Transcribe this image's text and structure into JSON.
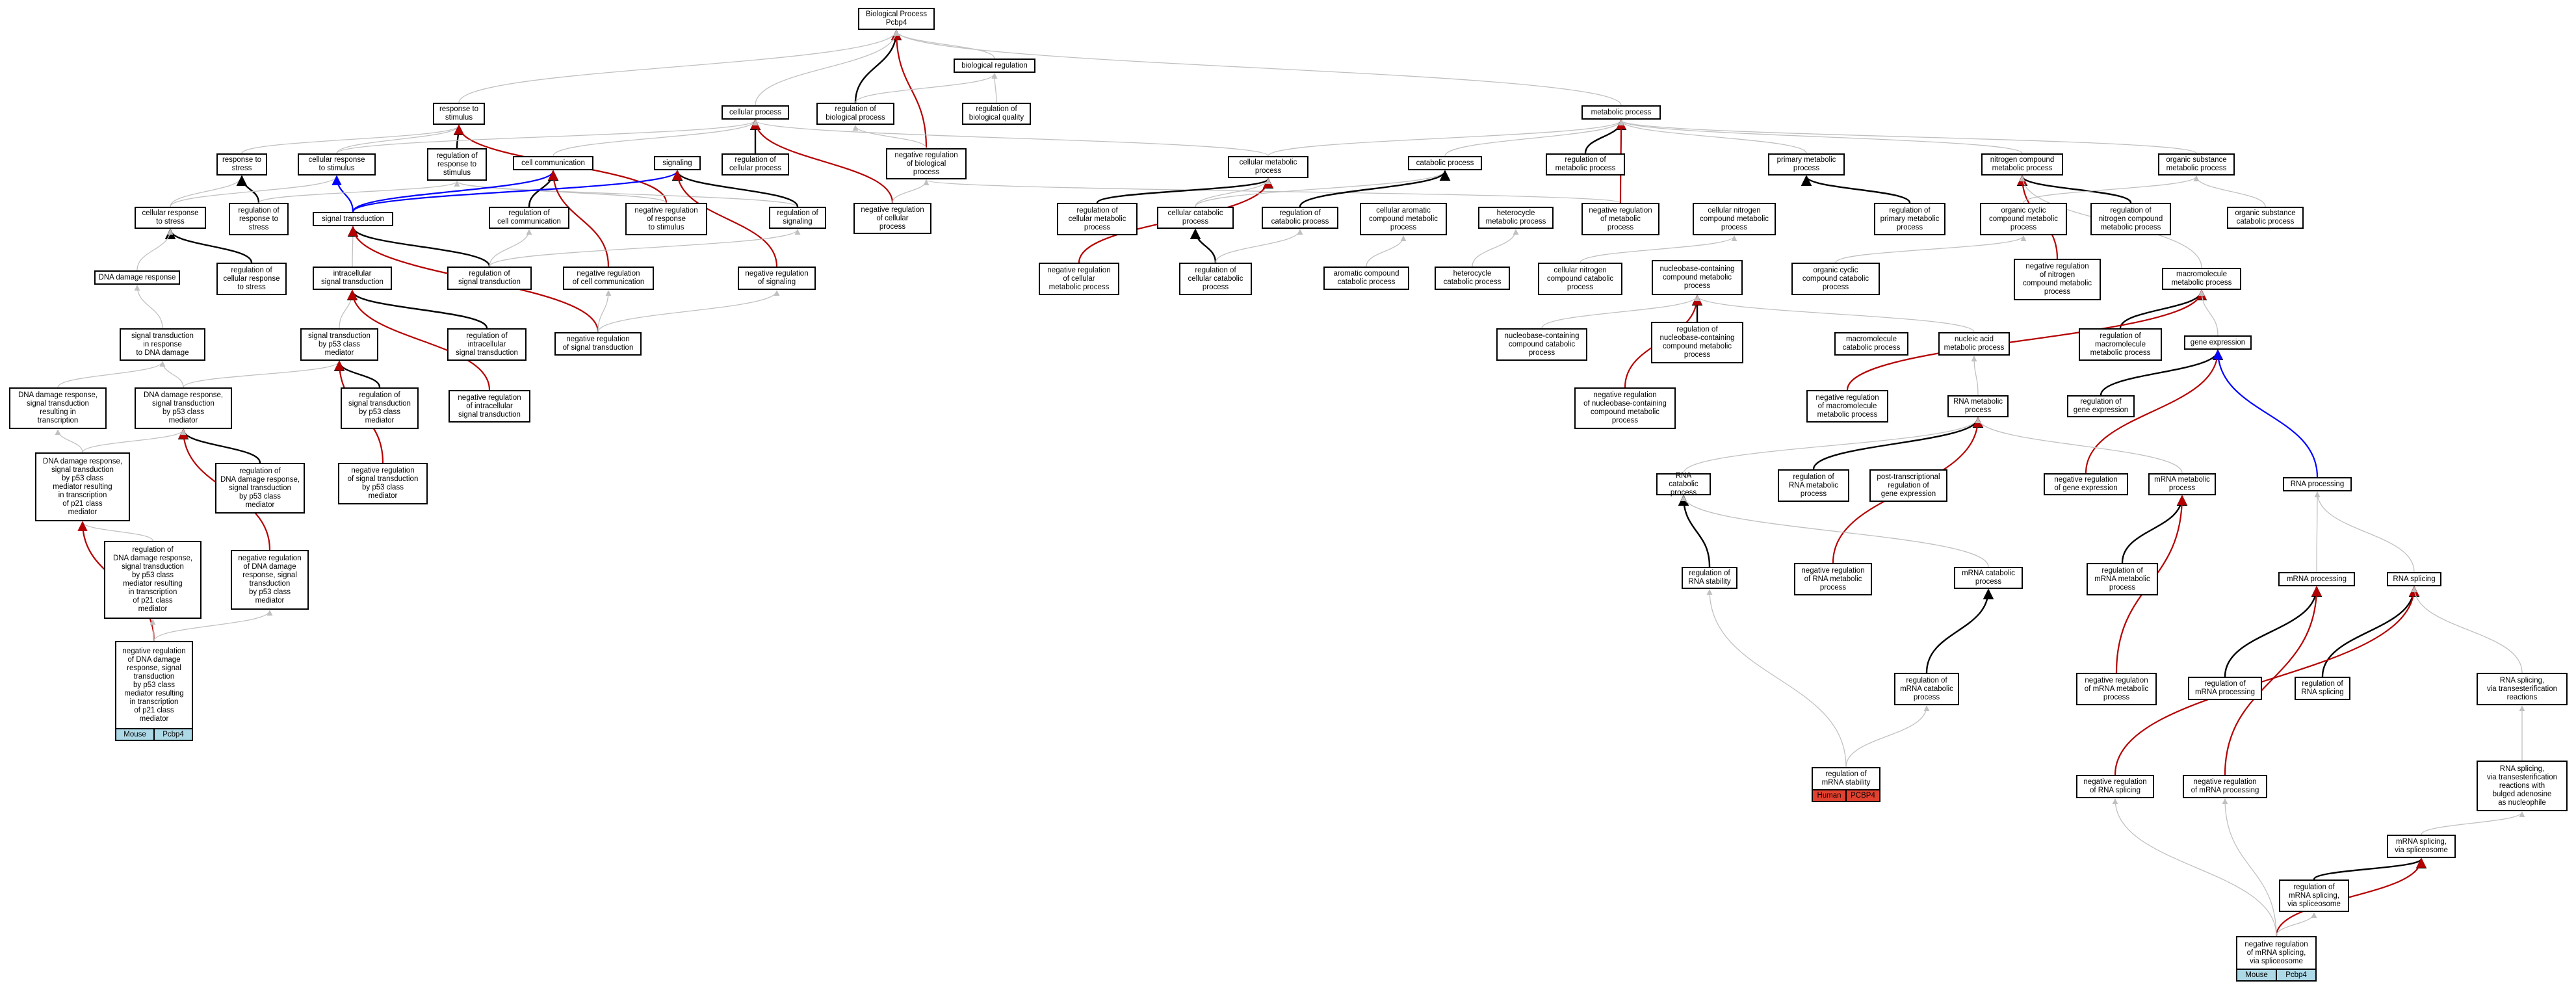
{
  "colors": {
    "grey_edge": "#c0c0c0",
    "black_edge": "#000000",
    "red_edge": "#b40000",
    "blue_edge": "#0000ff",
    "mouse_tag": "#add8e6",
    "human_tag": "#e2412f"
  },
  "nodes": [
    {
      "id": "root",
      "label": "Biological Process\nPcbp4"
    },
    {
      "id": "bioreg",
      "label": "biological regulation"
    },
    {
      "id": "regbioproc",
      "label": "regulation of\nbiological process"
    },
    {
      "id": "regbioqual",
      "label": "regulation of\nbiological quality"
    },
    {
      "id": "resp",
      "label": "response to\nstimulus"
    },
    {
      "id": "cellproc",
      "label": "cellular process"
    },
    {
      "id": "negregbio",
      "label": "negative regulation\nof biological\nprocess"
    },
    {
      "id": "metab",
      "label": "metabolic process"
    },
    {
      "id": "respstress",
      "label": "response to\nstress"
    },
    {
      "id": "cellresp",
      "label": "cellular response\nto stimulus"
    },
    {
      "id": "regresp",
      "label": "regulation of\nresponse to\nstimulus"
    },
    {
      "id": "cellcomm",
      "label": "cell communication"
    },
    {
      "id": "signaling",
      "label": "signaling"
    },
    {
      "id": "regcellproc",
      "label": "regulation of\ncellular process"
    },
    {
      "id": "cellmet",
      "label": "cellular metabolic\nprocess"
    },
    {
      "id": "catab",
      "label": "catabolic process"
    },
    {
      "id": "regmet",
      "label": "regulation of\nmetabolic process"
    },
    {
      "id": "primmet",
      "label": "primary metabolic\nprocess"
    },
    {
      "id": "nitromet",
      "label": "nitrogen compound\nmetabolic process"
    },
    {
      "id": "orgsubmet",
      "label": "organic substance\nmetabolic process"
    },
    {
      "id": "cellrespstress",
      "label": "cellular response\nto stress"
    },
    {
      "id": "regrespstress",
      "label": "regulation of\nresponse to\nstress"
    },
    {
      "id": "sigtrans",
      "label": "signal transduction"
    },
    {
      "id": "regcellcomm",
      "label": "regulation of\ncell communication"
    },
    {
      "id": "negregresp",
      "label": "negative regulation\nof response\nto stimulus"
    },
    {
      "id": "regsignaling",
      "label": "regulation of\nsignaling"
    },
    {
      "id": "negregcell",
      "label": "negative regulation\nof cellular\nprocess"
    },
    {
      "id": "regcellmet",
      "label": "regulation of\ncellular metabolic\nprocess"
    },
    {
      "id": "cellcatab",
      "label": "cellular catabolic\nprocess"
    },
    {
      "id": "regcatab",
      "label": "regulation of\ncatabolic process"
    },
    {
      "id": "cellarom",
      "label": "cellular aromatic\ncompound metabolic\nprocess"
    },
    {
      "id": "heteromet",
      "label": "heterocycle\nmetabolic process"
    },
    {
      "id": "negregmet",
      "label": "negative regulation\nof metabolic\nprocess"
    },
    {
      "id": "cellnitro",
      "label": "cellular nitrogen\ncompound metabolic\nprocess"
    },
    {
      "id": "regprimmet",
      "label": "regulation of\nprimary metabolic\nprocess"
    },
    {
      "id": "orgcyc",
      "label": "organic cyclic\ncompound metabolic\nprocess"
    },
    {
      "id": "regnitro",
      "label": "regulation of\nnitrogen compound\nmetabolic process"
    },
    {
      "id": "orgsubcat",
      "label": "organic substance\ncatabolic process"
    },
    {
      "id": "dnadmg",
      "label": "DNA damage response"
    },
    {
      "id": "regcellrespstress",
      "label": "regulation of\ncellular response\nto stress"
    },
    {
      "id": "intrasig",
      "label": "intracellular\nsignal transduction"
    },
    {
      "id": "regsigtrans",
      "label": "regulation of\nsignal transduction"
    },
    {
      "id": "negregcellcomm",
      "label": "negative regulation\nof cell communication"
    },
    {
      "id": "negregsignaling",
      "label": "negative regulation\nof signaling"
    },
    {
      "id": "negregcellmet",
      "label": "negative regulation\nof cellular\nmetabolic process"
    },
    {
      "id": "regcellcatab",
      "label": "regulation of\ncellular catabolic\nprocess"
    },
    {
      "id": "aromcat",
      "label": "aromatic compound\ncatabolic process"
    },
    {
      "id": "heterocat",
      "label": "heterocycle\ncatabolic process"
    },
    {
      "id": "cellnitrocat",
      "label": "cellular nitrogen\ncompound catabolic\nprocess"
    },
    {
      "id": "nucbasemet",
      "label": "nucleobase-containing\ncompound metabolic\nprocess"
    },
    {
      "id": "orgcyccat",
      "label": "organic cyclic\ncompound catabolic\nprocess"
    },
    {
      "id": "negregnitro",
      "label": "negative regulation\nof nitrogen\ncompound metabolic\nprocess"
    },
    {
      "id": "macromet",
      "label": "macromolecule\nmetabolic process"
    },
    {
      "id": "sigtransdna",
      "label": "signal transduction\nin response\nto DNA damage"
    },
    {
      "id": "sigtransp53",
      "label": "signal transduction\nby p53 class\nmediator"
    },
    {
      "id": "regintrasig",
      "label": "regulation of\nintracellular\nsignal transduction"
    },
    {
      "id": "negregsigtrans",
      "label": "negative regulation\nof signal transduction"
    },
    {
      "id": "nucbasecat",
      "label": "nucleobase-containing\ncompound catabolic\nprocess"
    },
    {
      "id": "regnucbase",
      "label": "regulation of\nnucleobase-containing\ncompound metabolic\nprocess"
    },
    {
      "id": "macrocat",
      "label": "macromolecule\ncatabolic process"
    },
    {
      "id": "nucacidmet",
      "label": "nucleic acid\nmetabolic process"
    },
    {
      "id": "regmacromet",
      "label": "regulation of\nmacromolecule\nmetabolic process"
    },
    {
      "id": "geneexp",
      "label": "gene expression"
    },
    {
      "id": "dnadmgtrans",
      "label": "DNA damage response,\nsignal transduction\nresulting in\ntranscription"
    },
    {
      "id": "dnadmgp53",
      "label": "DNA damage response,\nsignal transduction\nby p53 class\nmediator"
    },
    {
      "id": "regsigp53",
      "label": "regulation of\nsignal transduction\nby p53 class\nmediator"
    },
    {
      "id": "negregintrasig",
      "label": "negative regulation\nof intracellular\nsignal transduction"
    },
    {
      "id": "negregnucbase",
      "label": "negative regulation\nof nucleobase-containing\ncompound metabolic\nprocess"
    },
    {
      "id": "negregmacro",
      "label": "negative regulation\nof macromolecule\nmetabolic process"
    },
    {
      "id": "rnamet",
      "label": "RNA metabolic\nprocess"
    },
    {
      "id": "reggeneexp",
      "label": "regulation of\ngene expression"
    },
    {
      "id": "dnadmgp21",
      "label": "DNA damage response,\nsignal transduction\nby p53 class\nmediator resulting\nin transcription\nof p21 class\nmediator"
    },
    {
      "id": "regdnadmgp53",
      "label": "regulation of\nDNA damage response,\nsignal transduction\nby p53 class\nmediator"
    },
    {
      "id": "negregsigp53",
      "label": "negative regulation\nof signal transduction\nby p53 class\nmediator"
    },
    {
      "id": "rnacat",
      "label": "RNA catabolic\nprocess"
    },
    {
      "id": "regrnamet",
      "label": "regulation of\nRNA metabolic\nprocess"
    },
    {
      "id": "posttrans",
      "label": "post-transcriptional\nregulation of\ngene expression"
    },
    {
      "id": "negreggeneexp",
      "label": "negative regulation\nof gene expression"
    },
    {
      "id": "mrnamet",
      "label": "mRNA metabolic\nprocess"
    },
    {
      "id": "rnaproc",
      "label": "RNA processing"
    },
    {
      "id": "regdnadmgp21",
      "label": "regulation of\nDNA damage response,\nsignal transduction\nby p53 class\nmediator resulting\nin transcription\nof p21 class\nmediator"
    },
    {
      "id": "negregdnadmgp53",
      "label": "negative regulation\nof DNA damage\nresponse, signal\ntransduction\nby p53 class\nmediator"
    },
    {
      "id": "rnastab",
      "label": "regulation of\nRNA stability"
    },
    {
      "id": "negregrnamet",
      "label": "negative regulation\nof RNA metabolic\nprocess"
    },
    {
      "id": "mrnacat",
      "label": "mRNA catabolic\nprocess"
    },
    {
      "id": "regmrnamet",
      "label": "regulation of\nmRNA metabolic\nprocess"
    },
    {
      "id": "mrnaproc",
      "label": "mRNA processing"
    },
    {
      "id": "rnasplice",
      "label": "RNA splicing"
    },
    {
      "id": "regmrnacat",
      "label": "regulation of\nmRNA catabolic\nprocess"
    },
    {
      "id": "negregmrnamet",
      "label": "negative regulation\nof mRNA metabolic\nprocess"
    },
    {
      "id": "regmrnaproc",
      "label": "regulation of\nmRNA processing"
    },
    {
      "id": "regrnasplice",
      "label": "regulation of\nRNA splicing"
    },
    {
      "id": "rnaspliceTE",
      "label": "RNA splicing,\nvia transesterification\nreactions"
    },
    {
      "id": "negregdnadmgp21",
      "label": "negative regulation\nof DNA damage\nresponse, signal\ntransduction\nby p53 class\nmediator resulting\nin transcription\nof p21 class\nmediator"
    },
    {
      "id": "mrnastab",
      "label": "regulation of\nmRNA stability"
    },
    {
      "id": "negregrnasplice",
      "label": "negative regulation\nof RNA splicing"
    },
    {
      "id": "negregmrnaproc",
      "label": "negative regulation\nof mRNA processing"
    },
    {
      "id": "rnaspliceTEB",
      "label": "RNA splicing,\nvia transesterification\nreactions with\nbulged adenosine\nas nucleophile"
    },
    {
      "id": "mrnaspliceSS",
      "label": "mRNA splicing,\nvia spliceosome"
    },
    {
      "id": "regmrnasplice",
      "label": "regulation of\nmRNA splicing,\nvia spliceosome"
    },
    {
      "id": "negregmrnasplice",
      "label": "negative regulation\nof mRNA splicing,\nvia spliceosome"
    }
  ],
  "tags": [
    {
      "node": "negregdnadmgp21",
      "species": "Mouse",
      "gene": "Pcbp4",
      "style": "mouse"
    },
    {
      "node": "mrnastab",
      "species": "Human",
      "gene": "PCBP4",
      "style": "human"
    },
    {
      "node": "negregmrnasplice",
      "species": "Mouse",
      "gene": "Pcbp4",
      "style": "mouse"
    }
  ],
  "edges": [
    [
      "regbioproc",
      "root",
      "black"
    ],
    [
      "negregbio",
      "root",
      "red"
    ],
    [
      "bioreg",
      "root",
      "grey"
    ],
    [
      "cellproc",
      "root",
      "grey"
    ],
    [
      "resp",
      "root",
      "grey"
    ],
    [
      "metab",
      "root",
      "grey"
    ],
    [
      "regbioproc",
      "bioreg",
      "grey"
    ],
    [
      "regbioqual",
      "bioreg",
      "grey"
    ],
    [
      "negregbio",
      "regbioproc",
      "grey"
    ],
    [
      "respstress",
      "resp",
      "grey"
    ],
    [
      "cellresp",
      "resp",
      "grey"
    ],
    [
      "regresp",
      "resp",
      "black"
    ],
    [
      "negregresp",
      "resp",
      "red"
    ],
    [
      "cellresp",
      "cellproc",
      "grey"
    ],
    [
      "cellcomm",
      "cellproc",
      "grey"
    ],
    [
      "regcellproc",
      "cellproc",
      "black"
    ],
    [
      "negregcell",
      "cellproc",
      "red"
    ],
    [
      "cellmet",
      "cellproc",
      "grey"
    ],
    [
      "negregcell",
      "negregbio",
      "grey"
    ],
    [
      "negregmet",
      "negregbio",
      "grey"
    ],
    [
      "cellmet",
      "metab",
      "grey"
    ],
    [
      "catab",
      "metab",
      "grey"
    ],
    [
      "regmet",
      "metab",
      "black"
    ],
    [
      "negregmet",
      "metab",
      "red"
    ],
    [
      "primmet",
      "metab",
      "grey"
    ],
    [
      "nitromet",
      "metab",
      "grey"
    ],
    [
      "orgsubmet",
      "metab",
      "grey"
    ],
    [
      "cellrespstress",
      "respstress",
      "grey"
    ],
    [
      "regrespstress",
      "respstress",
      "black"
    ],
    [
      "cellrespstress",
      "cellresp",
      "grey"
    ],
    [
      "sigtrans",
      "cellresp",
      "blue"
    ],
    [
      "regrespstress",
      "regresp",
      "grey"
    ],
    [
      "regsignaling",
      "regresp",
      "grey"
    ],
    [
      "negregresp",
      "regresp",
      "grey"
    ],
    [
      "sigtrans",
      "cellcomm",
      "blue"
    ],
    [
      "regcellcomm",
      "cellcomm",
      "black"
    ],
    [
      "negregcellcomm",
      "cellcomm",
      "red"
    ],
    [
      "sigtrans",
      "signaling",
      "blue"
    ],
    [
      "regsignaling",
      "signaling",
      "black"
    ],
    [
      "negregsignaling",
      "signaling",
      "red"
    ],
    [
      "regcellmet",
      "cellmet",
      "black"
    ],
    [
      "negregcellmet",
      "cellmet",
      "red"
    ],
    [
      "cellcatab",
      "cellmet",
      "grey"
    ],
    [
      "cellcatab",
      "catab",
      "grey"
    ],
    [
      "regcatab",
      "catab",
      "black"
    ],
    [
      "regprimmet",
      "primmet",
      "black"
    ],
    [
      "regnitro",
      "nitromet",
      "black"
    ],
    [
      "negregnitro",
      "nitromet",
      "red"
    ],
    [
      "orgsubcat",
      "orgsubmet",
      "grey"
    ],
    [
      "orgcyc",
      "orgsubmet",
      "grey"
    ],
    [
      "regcellrespstress",
      "cellrespstress",
      "black"
    ],
    [
      "dnadmg",
      "cellrespstress",
      "grey"
    ],
    [
      "intrasig",
      "sigtrans",
      "grey"
    ],
    [
      "regsigtrans",
      "sigtrans",
      "black"
    ],
    [
      "negregsigtrans",
      "sigtrans",
      "red"
    ],
    [
      "regsigtrans",
      "regcellcomm",
      "grey"
    ],
    [
      "regsigtrans",
      "regsignaling",
      "grey"
    ],
    [
      "negregsigtrans",
      "negregcellcomm",
      "grey"
    ],
    [
      "negregsigtrans",
      "negregsignaling",
      "grey"
    ],
    [
      "regcellcatab",
      "cellcatab",
      "black"
    ],
    [
      "regcellcatab",
      "regcatab",
      "grey"
    ],
    [
      "aromcat",
      "cellarom",
      "grey"
    ],
    [
      "heterocat",
      "heteromet",
      "grey"
    ],
    [
      "cellnitrocat",
      "cellnitro",
      "grey"
    ],
    [
      "regnucbase",
      "nucbasemet",
      "black"
    ],
    [
      "negregnucbase",
      "nucbasemet",
      "red"
    ],
    [
      "orgcyccat",
      "orgcyc",
      "grey"
    ],
    [
      "macromet",
      "nitromet",
      "grey"
    ],
    [
      "regmacromet",
      "macromet",
      "black"
    ],
    [
      "negregmacro",
      "macromet",
      "red"
    ],
    [
      "sigtransdna",
      "dnadmg",
      "grey"
    ],
    [
      "sigtransp53",
      "intrasig",
      "grey"
    ],
    [
      "regintrasig",
      "intrasig",
      "black"
    ],
    [
      "negregintrasig",
      "intrasig",
      "red"
    ],
    [
      "nucbasecat",
      "nucbasemet",
      "grey"
    ],
    [
      "nucacidmet",
      "nucbasemet",
      "grey"
    ],
    [
      "geneexp",
      "macromet",
      "grey"
    ],
    [
      "reggeneexp",
      "geneexp",
      "black"
    ],
    [
      "negreggeneexp",
      "geneexp",
      "red"
    ],
    [
      "rnaproc",
      "geneexp",
      "blue"
    ],
    [
      "dnadmgtrans",
      "sigtransdna",
      "grey"
    ],
    [
      "dnadmgp53",
      "sigtransdna",
      "grey"
    ],
    [
      "dnadmgp53",
      "sigtransp53",
      "grey"
    ],
    [
      "regsigp53",
      "sigtransp53",
      "black"
    ],
    [
      "negregsigp53",
      "sigtransp53",
      "red"
    ],
    [
      "regdnadmgp53",
      "dnadmgp53",
      "black"
    ],
    [
      "negregdnadmgp53",
      "dnadmgp53",
      "red"
    ],
    [
      "dnadmgp21",
      "dnadmgtrans",
      "grey"
    ],
    [
      "dnadmgp21",
      "dnadmgp53",
      "grey"
    ],
    [
      "regdnadmgp21",
      "dnadmgp21",
      "grey"
    ],
    [
      "negregdnadmgp21",
      "dnadmgp21",
      "red"
    ],
    [
      "negregdnadmgp21",
      "regdnadmgp21",
      "grey"
    ],
    [
      "negregdnadmgp21",
      "negregdnadmgp53",
      "grey"
    ],
    [
      "rnamet",
      "nucacidmet",
      "grey"
    ],
    [
      "rnacat",
      "rnamet",
      "grey"
    ],
    [
      "regrnamet",
      "rnamet",
      "black"
    ],
    [
      "negregrnamet",
      "rnamet",
      "red"
    ],
    [
      "rnastab",
      "rnacat",
      "black"
    ],
    [
      "mrnamet",
      "rnamet",
      "grey"
    ],
    [
      "regmrnamet",
      "mrnamet",
      "black"
    ],
    [
      "negregmrnamet",
      "mrnamet",
      "red"
    ],
    [
      "mrnacat",
      "rnacat",
      "grey"
    ],
    [
      "regmrnacat",
      "mrnacat",
      "black"
    ],
    [
      "mrnaproc",
      "rnaproc",
      "grey"
    ],
    [
      "rnasplice",
      "rnaproc",
      "grey"
    ],
    [
      "regmrnaproc",
      "mrnaproc",
      "black"
    ],
    [
      "negregmrnaproc",
      "mrnaproc",
      "red"
    ],
    [
      "regrnasplice",
      "rnasplice",
      "black"
    ],
    [
      "negregrnasplice",
      "rnasplice",
      "red"
    ],
    [
      "rnaspliceTE",
      "rnasplice",
      "grey"
    ],
    [
      "rnaspliceTEB",
      "rnaspliceTE",
      "grey"
    ],
    [
      "mrnaspliceSS",
      "rnaspliceTEB",
      "grey"
    ],
    [
      "regmrnasplice",
      "mrnaspliceSS",
      "black"
    ],
    [
      "negregmrnasplice",
      "mrnaspliceSS",
      "red"
    ],
    [
      "mrnastab",
      "rnastab",
      "grey"
    ],
    [
      "mrnastab",
      "regmrnacat",
      "grey"
    ],
    [
      "negregmrnasplice",
      "regmrnasplice",
      "grey"
    ],
    [
      "negregmrnasplice",
      "negregrnasplice",
      "grey"
    ],
    [
      "negregmrnasplice",
      "negregmrnaproc",
      "grey"
    ]
  ]
}
